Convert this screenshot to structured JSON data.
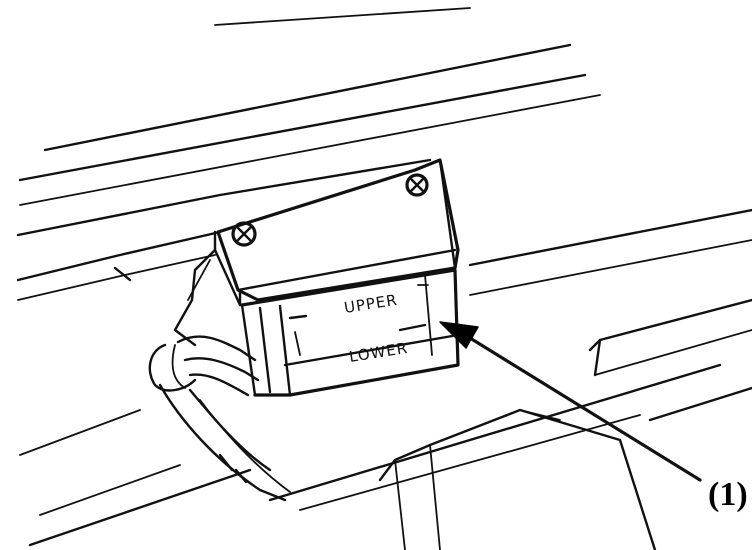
{
  "labels": {
    "upper": "UPPER",
    "lower": "LOWER"
  },
  "callout": {
    "text": "(1)"
  },
  "colors": {
    "line": "#111111",
    "background": "#ffffff"
  }
}
